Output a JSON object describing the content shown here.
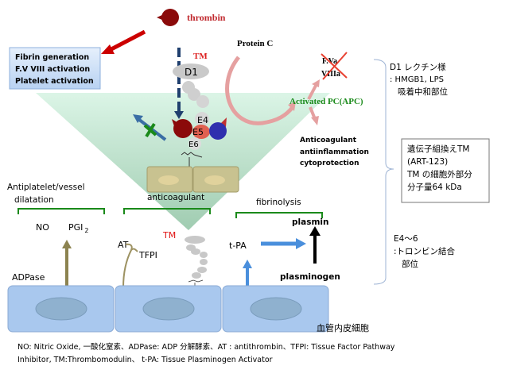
{
  "thrombin": "thrombin",
  "fibrin_box": [
    "Fibrin  generation",
    "F.V VIII activation",
    "Platelet activation"
  ],
  "tm_label": "TM",
  "d1": "D1",
  "e4": "E4",
  "e5": "E5",
  "e6": "E6",
  "protein_c": "Protein  C",
  "fva": "F.Va",
  "viiia": "VIIIa",
  "apc": "Activated PC(APC)",
  "apc_effects": [
    "Anticoagulant",
    "antiinflammation",
    "cytoprotection"
  ],
  "right_notes": {
    "d1": [
      "D1 レクチン様",
      ": HMGB1, LPS",
      "吸着中和部位"
    ],
    "box": [
      "遺伝子組換えTM",
      "(ART-123)",
      "TM の細胞外部分",
      "分子量64 kDa"
    ],
    "e46": [
      "E4～6",
      ":トロンビン結合",
      "部位"
    ]
  },
  "sections": {
    "antiplatelet": [
      "Antiplatelet/vessel",
      "dilatation"
    ],
    "anticoagulant": "anticoagulant",
    "fibrinolysis": "fibrinolysis"
  },
  "labels": {
    "no": "NO",
    "pgi": "PGI",
    "pgi_sub": "2",
    "adpase": "ADPase",
    "at": "AT",
    "tfpi": "TFPI",
    "tm2": "TM",
    "tpa": "t-PA",
    "plasmin": "plasmin",
    "plasminogen": "plasminogen",
    "endothelial": "血管内皮細胞"
  },
  "footer": [
    "NO: Nitric Oxide, 一酸化窒素、ADPase: ADP 分解酵素、AT : antithrombin、TFPI: Tissue Factor Pathway",
    "Inhibitor,    TM:Thrombomodulin、  t-PA: Tissue Plasminogen Activator"
  ],
  "colors": {
    "thrombin": "#8b0a0a",
    "tm_red": "#d22",
    "green": "#1a8a1a",
    "cell": "#a9c8ee",
    "triangle": "#bfe8d0"
  }
}
